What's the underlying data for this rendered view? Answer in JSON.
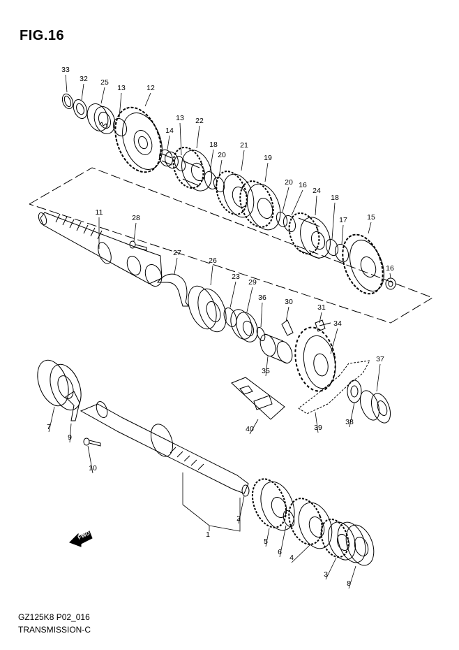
{
  "figure_title": "FIG.16",
  "footer": {
    "code": "GZ125K8 P02_016",
    "name": "TRANSMISSION-C"
  },
  "fwd_label": "FWD",
  "callouts": [
    "33",
    "32",
    "25",
    "13",
    "12",
    "14",
    "13",
    "22",
    "18",
    "20",
    "21",
    "19",
    "20",
    "16",
    "24",
    "18",
    "17",
    "15",
    "16",
    "11",
    "28",
    "27",
    "26",
    "23",
    "29",
    "36",
    "30",
    "31",
    "34",
    "35",
    "37",
    "38",
    "39",
    "40",
    "7",
    "9",
    "10",
    "1",
    "2",
    "5",
    "6",
    "4",
    "3",
    "8"
  ]
}
